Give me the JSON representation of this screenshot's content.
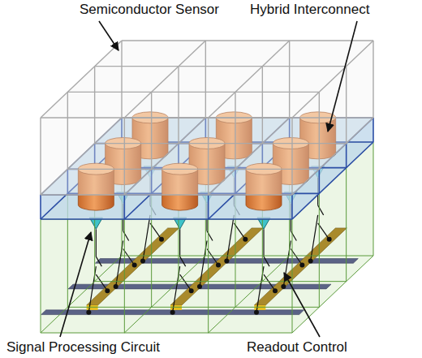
{
  "diagram": {
    "labels": [
      "Semiconductor Sensor",
      "Hybrid Interconnect",
      "Signal Processing Circuit",
      "Readout Control"
    ]
  }
}
